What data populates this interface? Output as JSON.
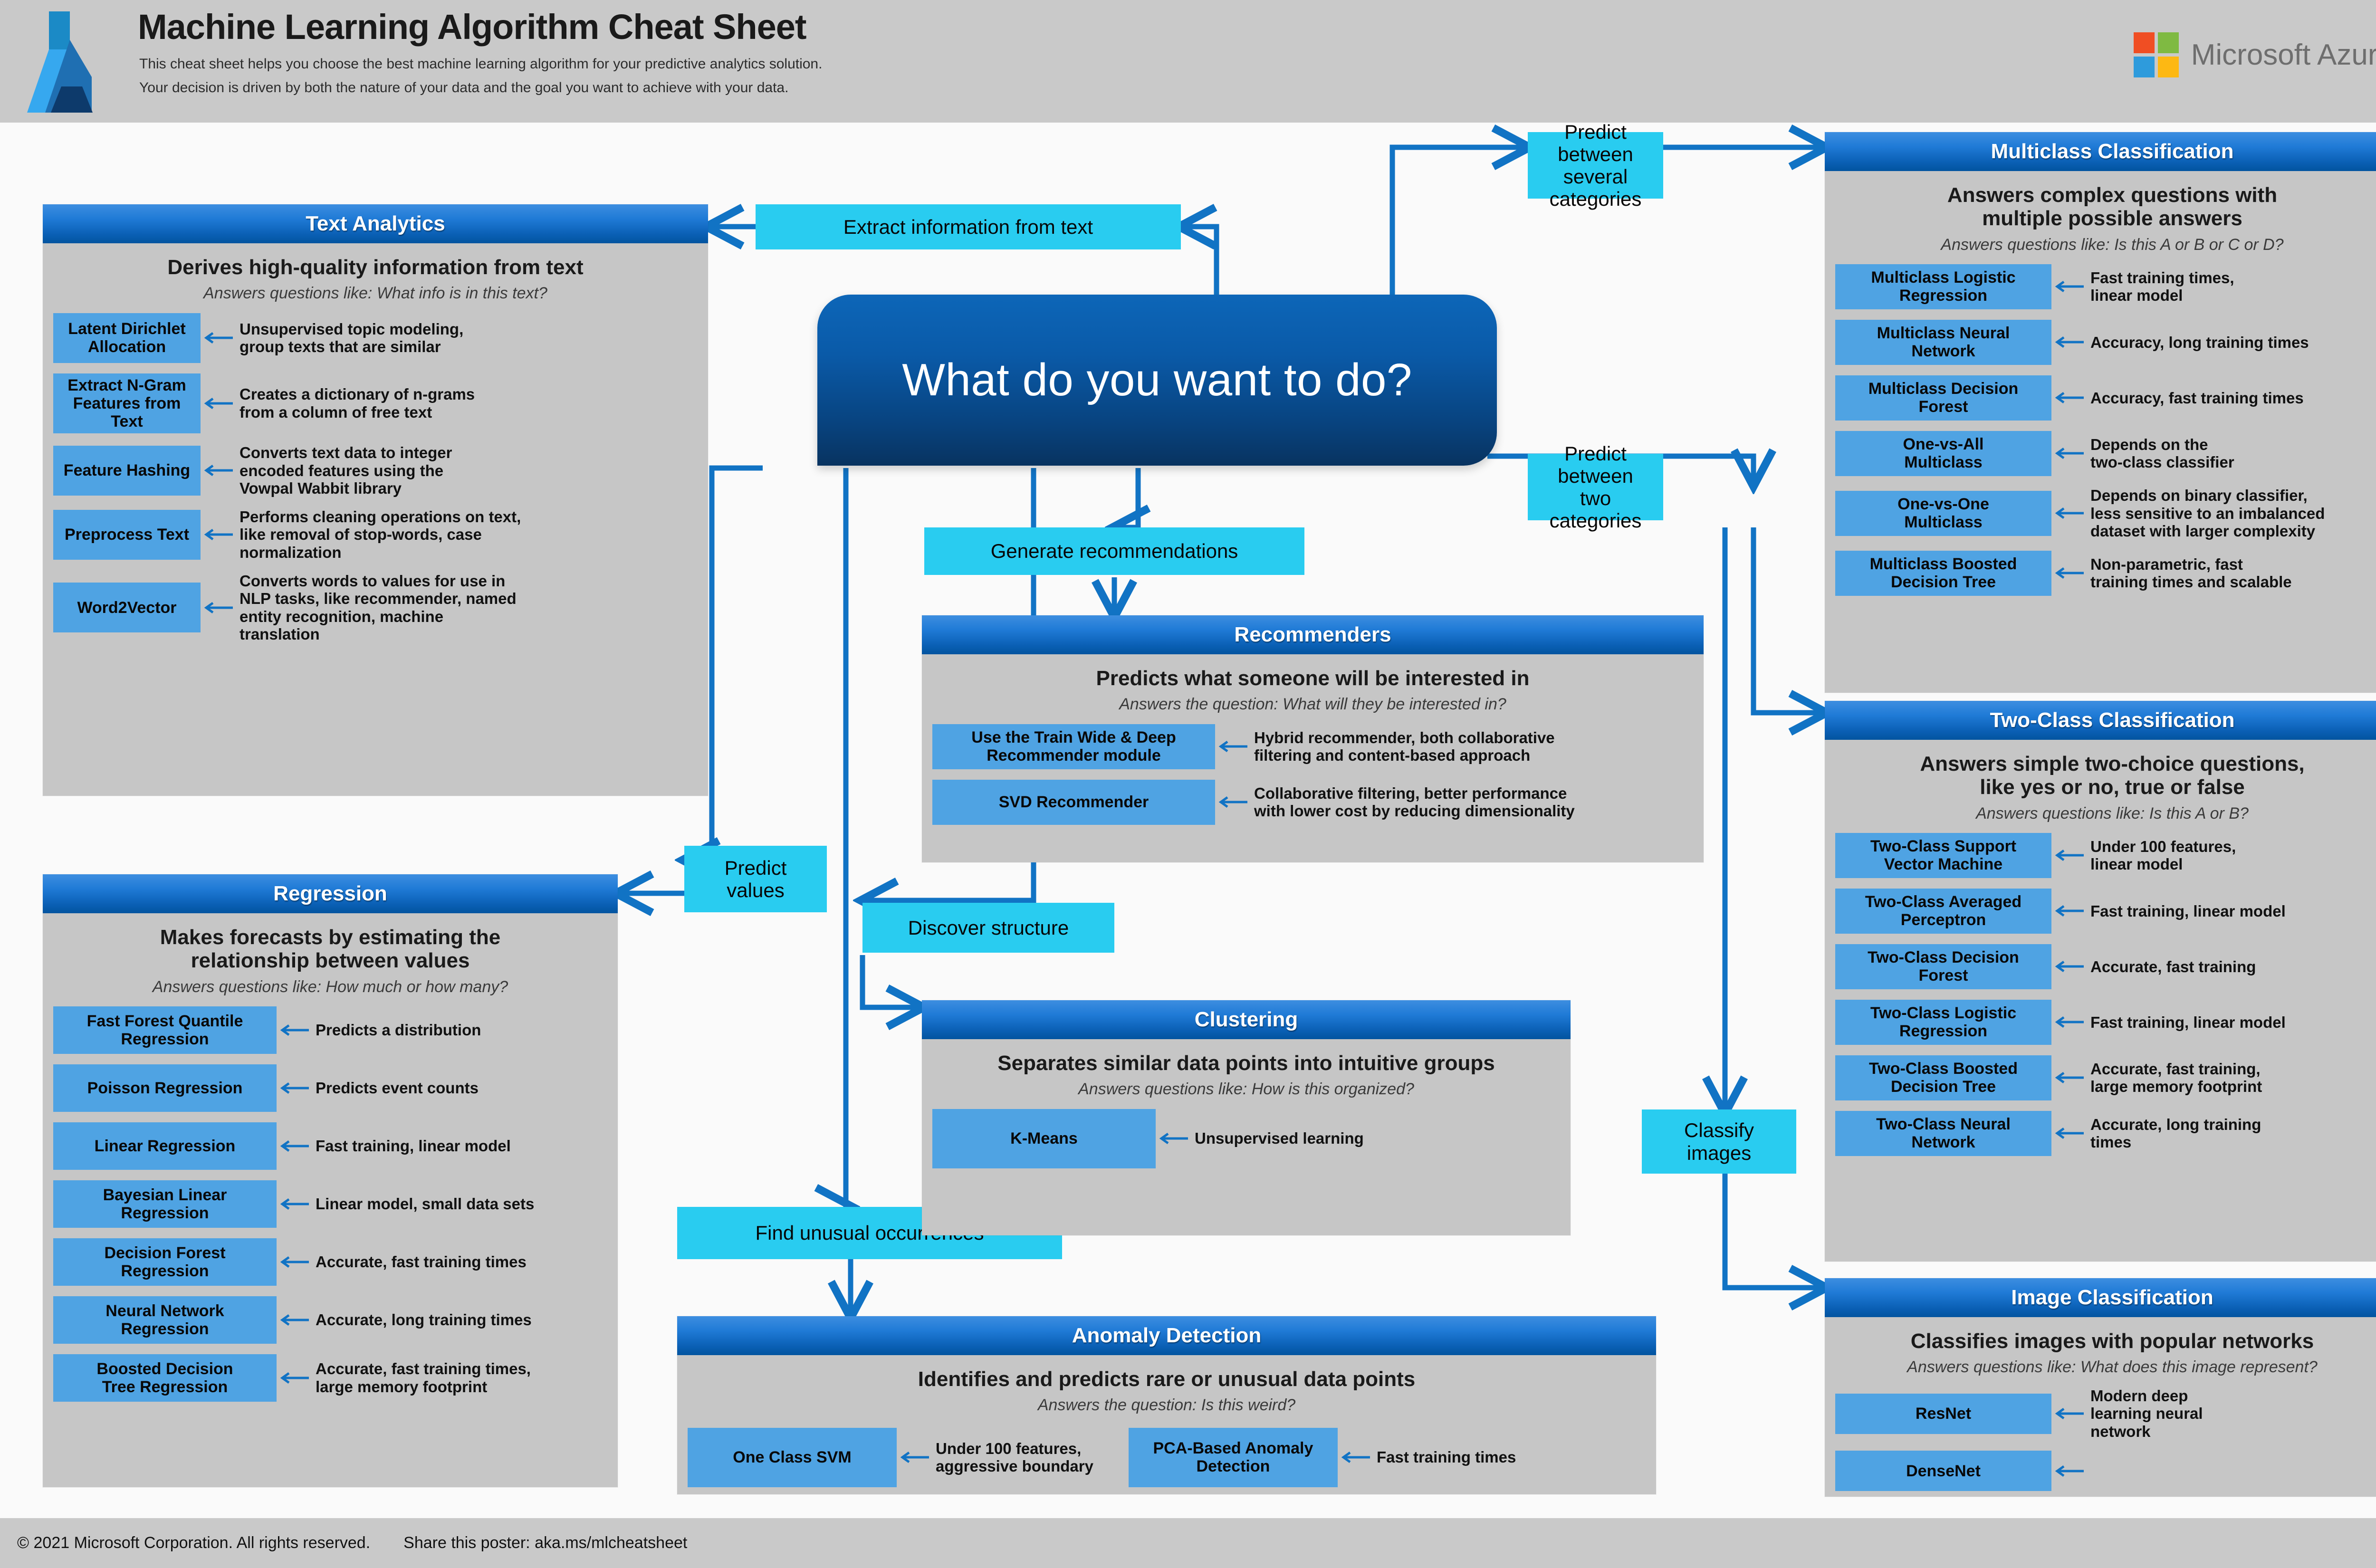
{
  "header": {
    "title": "Machine Learning Algorithm Cheat Sheet",
    "subtitle_line1": "This cheat sheet helps you choose the best machine learning algorithm for your predictive analytics solution.",
    "subtitle_line2": "Your decision is driven by both the nature of your data and the goal you want to achieve with your data.",
    "brand": "Microsoft Azure",
    "brand_colors": [
      "#f04e23",
      "#7fba42",
      "#2e9bdc",
      "#fdb813"
    ],
    "logo_icon": "azure-logo-icon"
  },
  "hub": {
    "question": "What do you want to do?"
  },
  "flows": {
    "extract_text": "Extract information from text",
    "predict_several": "Predict between\nseveral categories",
    "predict_two": "Predict between\ntwo categories",
    "generate_recs": "Generate recommendations",
    "predict_values": "Predict\nvalues",
    "discover_structure": "Discover structure",
    "find_unusual": "Find unusual occurrences",
    "classify_images": "Classify\nimages"
  },
  "panels": {
    "text_analytics": {
      "title": "Text Analytics",
      "lead": "Derives high-quality information from text",
      "sub": "Answers questions like: What info is in this text?",
      "items": [
        {
          "name": "Latent Dirichlet\nAllocation",
          "note": "Unsupervised topic modeling,\ngroup texts that are similar"
        },
        {
          "name": "Extract N-Gram\nFeatures from Text",
          "note": "Creates a dictionary of n-grams\nfrom a column of free text"
        },
        {
          "name": "Feature Hashing",
          "note": "Converts text data to integer\nencoded features using the\nVowpal Wabbit library"
        },
        {
          "name": "Preprocess Text",
          "note": "Performs cleaning operations on text,\nlike removal of stop-words, case\nnormalization"
        },
        {
          "name": "Word2Vector",
          "note": "Converts words to values for use in\nNLP tasks, like recommender, named\nentity recognition, machine\ntranslation"
        }
      ]
    },
    "regression": {
      "title": "Regression",
      "lead": "Makes forecasts by estimating the\nrelationship between values",
      "sub": "Answers questions like: How much or how many?",
      "items": [
        {
          "name": "Fast Forest Quantile\nRegression",
          "note": "Predicts a distribution"
        },
        {
          "name": "Poisson Regression",
          "note": "Predicts event counts"
        },
        {
          "name": "Linear Regression",
          "note": "Fast training, linear model"
        },
        {
          "name": "Bayesian Linear\nRegression",
          "note": "Linear model, small data sets"
        },
        {
          "name": "Decision Forest\nRegression",
          "note": "Accurate, fast training times"
        },
        {
          "name": "Neural Network\nRegression",
          "note": "Accurate, long training times"
        },
        {
          "name": "Boosted Decision\nTree Regression",
          "note": "Accurate, fast training times,\nlarge memory footprint"
        }
      ]
    },
    "recommenders": {
      "title": "Recommenders",
      "lead": "Predicts what someone will be interested in",
      "sub": "Answers the question: What will they be interested in?",
      "items": [
        {
          "name": "Use the Train Wide & Deep\nRecommender module",
          "note": "Hybrid recommender, both collaborative\nfiltering and content-based approach"
        },
        {
          "name": "SVD Recommender",
          "note": "Collaborative filtering, better performance\nwith lower cost by reducing dimensionality"
        }
      ]
    },
    "clustering": {
      "title": "Clustering",
      "lead": "Separates similar data points into intuitive groups",
      "sub": "Answers questions like: How is this organized?",
      "items": [
        {
          "name": "K-Means",
          "note": "Unsupervised learning"
        }
      ]
    },
    "anomaly_detection": {
      "title": "Anomaly Detection",
      "lead": "Identifies and predicts rare or unusual data points",
      "sub": "Answers the question: Is this weird?",
      "items": [
        {
          "name": "One Class SVM",
          "note": "Under 100 features,\naggressive boundary"
        },
        {
          "name": "PCA-Based Anomaly\nDetection",
          "note": "Fast training times"
        }
      ]
    },
    "multiclass_classification": {
      "title": "Multiclass Classification",
      "lead": "Answers complex questions with\nmultiple possible answers",
      "sub": "Answers questions like: Is this A or B or C or D?",
      "items": [
        {
          "name": "Multiclass Logistic\nRegression",
          "note": "Fast training times,\nlinear model"
        },
        {
          "name": "Multiclass Neural\nNetwork",
          "note": "Accuracy, long training times"
        },
        {
          "name": "Multiclass Decision\nForest",
          "note": "Accuracy, fast training times"
        },
        {
          "name": "One-vs-All\nMulticlass",
          "note": "Depends on the\ntwo-class classifier"
        },
        {
          "name": "One-vs-One\nMulticlass",
          "note": "Depends on binary classifier,\nless sensitive to an imbalanced\ndataset with larger complexity"
        },
        {
          "name": "Multiclass Boosted\nDecision Tree",
          "note": "Non-parametric, fast\ntraining times and scalable"
        }
      ]
    },
    "two_class_classification": {
      "title": "Two-Class Classification",
      "lead": "Answers simple two-choice questions,\nlike yes or no, true or false",
      "sub": "Answers questions like: Is this A or B?",
      "items": [
        {
          "name": "Two-Class Support\nVector Machine",
          "note": "Under 100 features,\nlinear model"
        },
        {
          "name": "Two-Class Averaged\nPerceptron",
          "note": "Fast training, linear model"
        },
        {
          "name": "Two-Class Decision\nForest",
          "note": "Accurate, fast training"
        },
        {
          "name": "Two-Class Logistic\nRegression",
          "note": "Fast training, linear model"
        },
        {
          "name": "Two-Class Boosted\nDecision Tree",
          "note": "Accurate, fast training,\nlarge memory footprint"
        },
        {
          "name": "Two-Class Neural\nNetwork",
          "note": "Accurate, long training\ntimes"
        }
      ]
    },
    "image_classification": {
      "title": "Image Classification",
      "lead": "Classifies images with popular networks",
      "sub": "Answers questions like: What does this image represent?",
      "items": [
        {
          "name": "ResNet",
          "note": "Modern deep\nlearning neural\nnetwork"
        },
        {
          "name": "DenseNet",
          "note": ""
        }
      ]
    }
  },
  "footer": {
    "copyright": "© 2021 Microsoft Corporation. All rights reserved.",
    "share": "Share this poster: aka.ms/mlcheatsheet"
  },
  "colors": {
    "panel_header_blue": "#0a5fb4",
    "algo_chip_blue": "#4fa3e3",
    "flow_cyan": "#29ccf0",
    "wire_blue": "#1173c4",
    "panel_body_grey": "#c6c6c6",
    "header_grey": "#c9c9c9"
  }
}
